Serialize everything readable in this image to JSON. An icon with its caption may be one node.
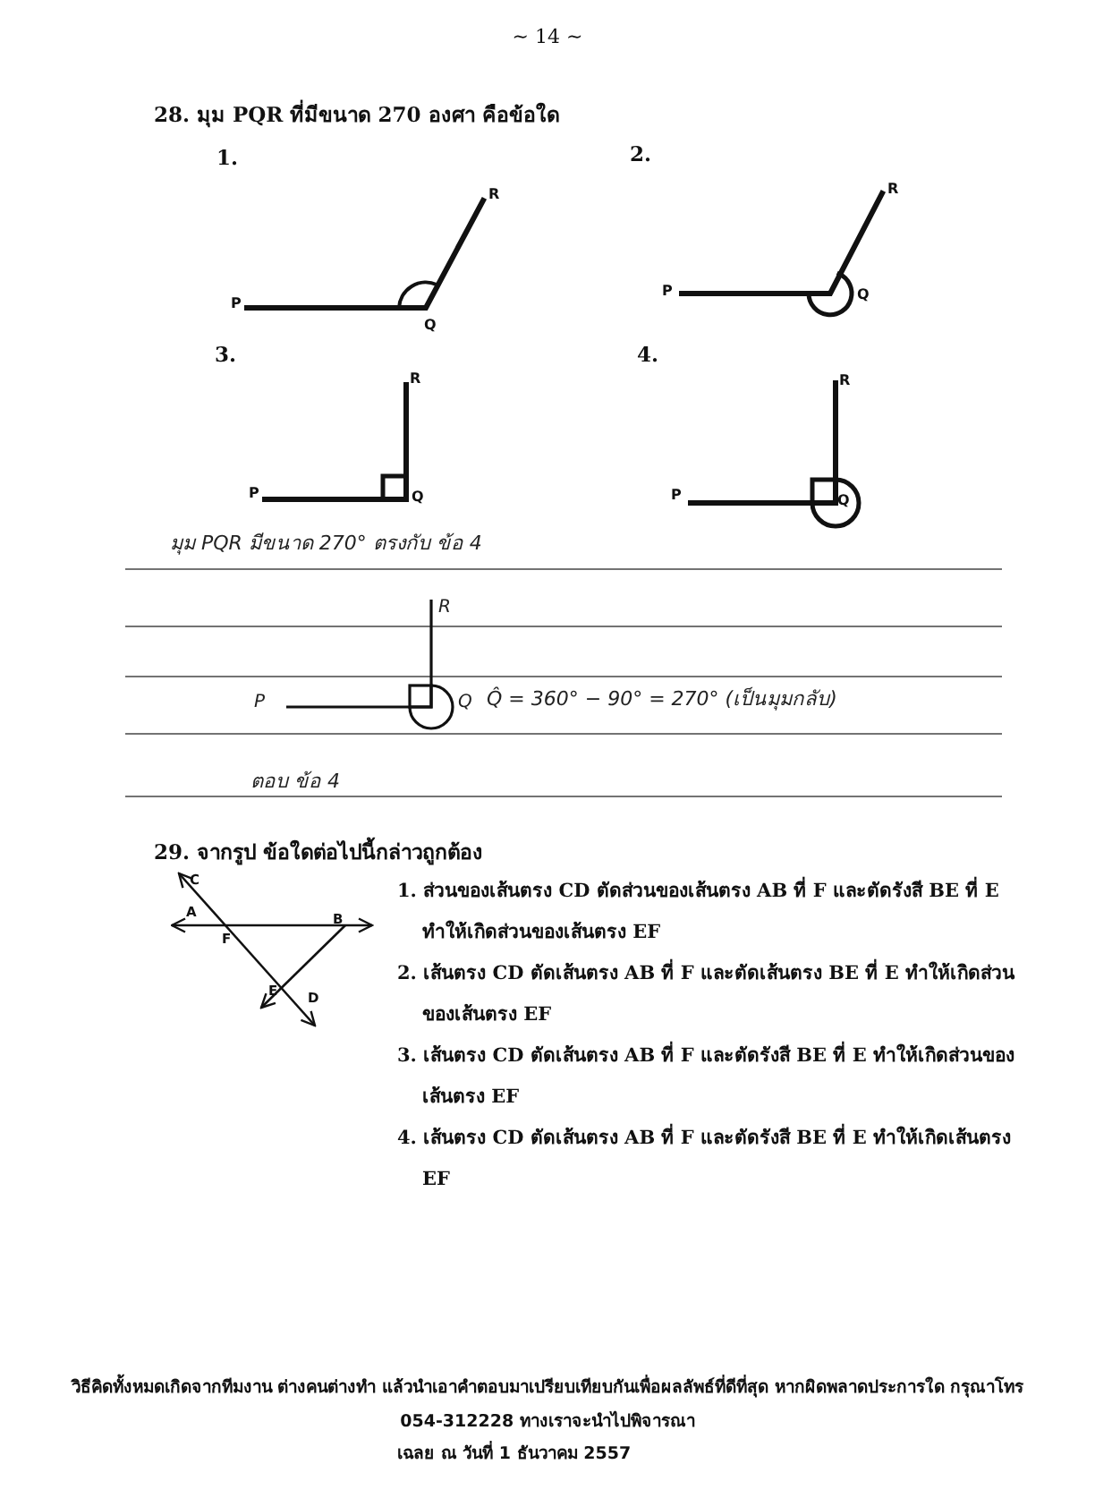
{
  "diagram": {
    "labels": [
      "~ 14 ~",
      "28. มุม PQR ที่มีขนาด 270 องศา คือข้อใด",
      "1.",
      "R",
      "P",
      "Q",
      "2.",
      "R",
      "P",
      "Q",
      "3.",
      "R",
      "P",
      "Q",
      "4.",
      "R",
      "P",
      "Q",
      "มุม PQR มีขนาด 270° ตรงกับ ข้อ 4",
      "R",
      "P",
      "Q",
      "Q̂ = 360° − 90° = 270° (เป็นมุมกลับ)",
      "ตอบ ข้อ 4",
      "29. จากรูป ข้อใดต่อไปนี้กล่าว**ถูกต้อง**",
      "C",
      "A",
      "F",
      "B",
      "E",
      "D",
      "1. ส่วนของเส้นตรง CD ตัดส่วนของเส้นตรง AB ที่ F และตัดรังสี BE ที่ E ทำให้เกิดส่วนของเส้นตรง EF",
      "2. เส้นตรง CD ตัดเส้นตรง AB ที่ F และตัดเส้นตรง BE ที่ E ทำให้เกิดส่วนของเส้นตรง EF",
      "3. เส้นตรง CD ตัดเส้นตรง AB ที่ F และตัดรังสี BE ที่ E ทำให้เกิดส่วนของเส้นตรง EF",
      "4. เส้นตรง CD ตัดเส้นตรง AB ที่ F และตัดรังสี BE ที่ E ทำให้เกิดเส้นตรง EF",
      "วิธีคิดทั้งหมดเกิดจากทีมงาน ต่างคนต่างทำ แล้วนำเอาคำตอบมาเปรียบเทียบกันเพื่อผลลัพธ์ที่ดีที่สุด หากผิดพลาดประการใด กรุณาโทร 054-312228 ทางเราจะนำไปพิจารณา",
      "เฉลย ณ วันที่ 1 ธันวาคม 2557"
    ]
  }
}
